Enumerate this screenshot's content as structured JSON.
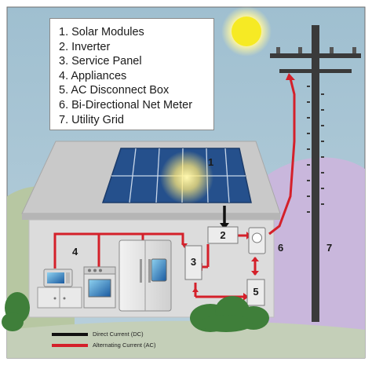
{
  "legend": {
    "items": [
      "1. Solar Modules",
      "2. Inverter",
      "3. Service Panel",
      "4. Appliances",
      "5. AC Disconnect Box",
      "6. Bi-Directional Net Meter",
      "7. Utility Grid"
    ]
  },
  "callouts": {
    "solar_modules": "1",
    "inverter": "2",
    "service_panel": "3",
    "appliances": "4",
    "ac_disconnect": "5",
    "net_meter": "6",
    "utility_grid": "7"
  },
  "wire_key": {
    "dc_label": "Direct Current (DC)",
    "ac_label": "Alternating Current (AC)",
    "dc_color": "#111111",
    "ac_color": "#d4202a"
  },
  "colors": {
    "sky": "#a7c4d4",
    "sun": "#f6ea24",
    "hill": "#c9b7dc",
    "house_wall": "#dcdcdc",
    "roof": "#c9c9c9",
    "panel": "#25508c",
    "bush": "#3f7f3a",
    "pole": "#3a3a3a"
  }
}
